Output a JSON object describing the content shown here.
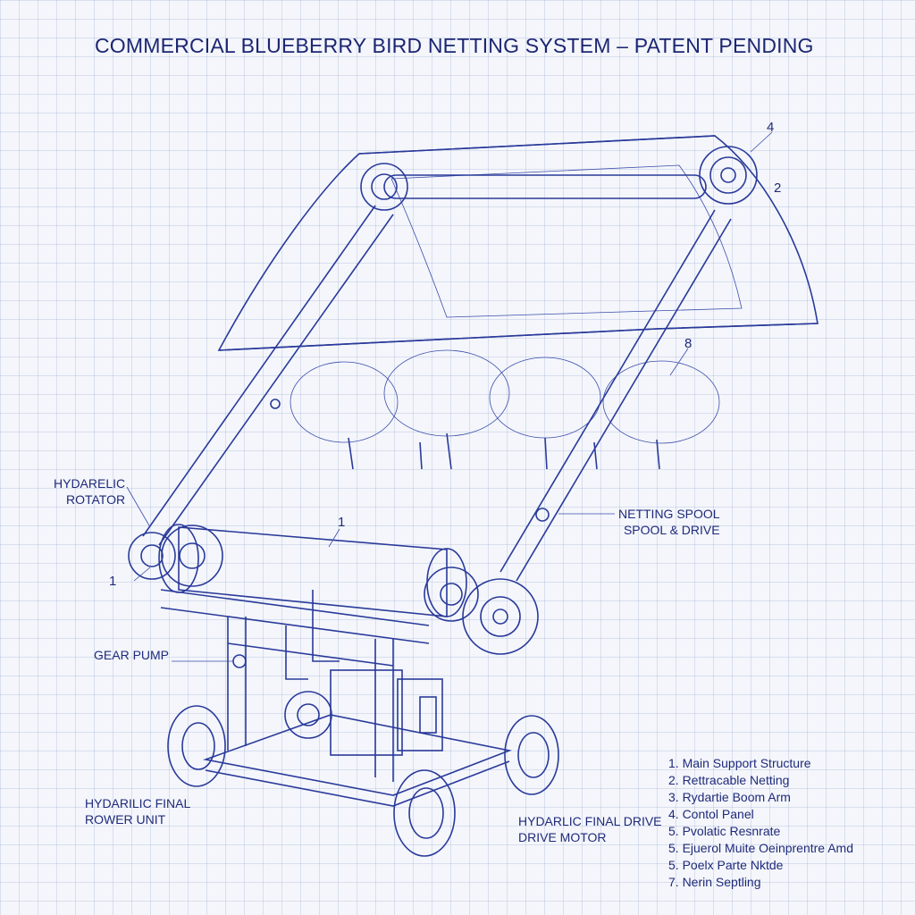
{
  "title": "COMMERCIAL BLUEBERRY BIRD NETTING SYSTEM – PATENT PENDING",
  "callouts": {
    "hydraulic_rotator": [
      "HYDARELIC",
      "ROTATOR"
    ],
    "netting_spool": [
      "NETTING SPOOL",
      "SPOOL & DRIVE"
    ],
    "gear_pump": "GEAR PUMP",
    "power_unit": [
      "HYDARILIC FINAL",
      "ROWER UNIT"
    ],
    "drive_motor": [
      "HYDARLIC FINAL DRIVE",
      "DRIVE MOTOR"
    ]
  },
  "numbers": {
    "top_right_4": "4",
    "top_right_2": "2",
    "mid_8": "8",
    "spool_1": "1",
    "left_1": "1"
  },
  "legend": [
    "1. Main Support Structure",
    "2. Rettracable Netting",
    "3. Rydartie Boom Arm",
    "4. Contol Panel",
    "5. Pvolatic Resnrate",
    "5. Ejuerol Muite Oeinprentre Amd",
    "5. Poelx Parte Nktde",
    "7. Nerin Septling"
  ],
  "colors": {
    "ink": "#1f2a7a",
    "paper": "#f4f6fb",
    "grid": "#8c9cc8"
  }
}
